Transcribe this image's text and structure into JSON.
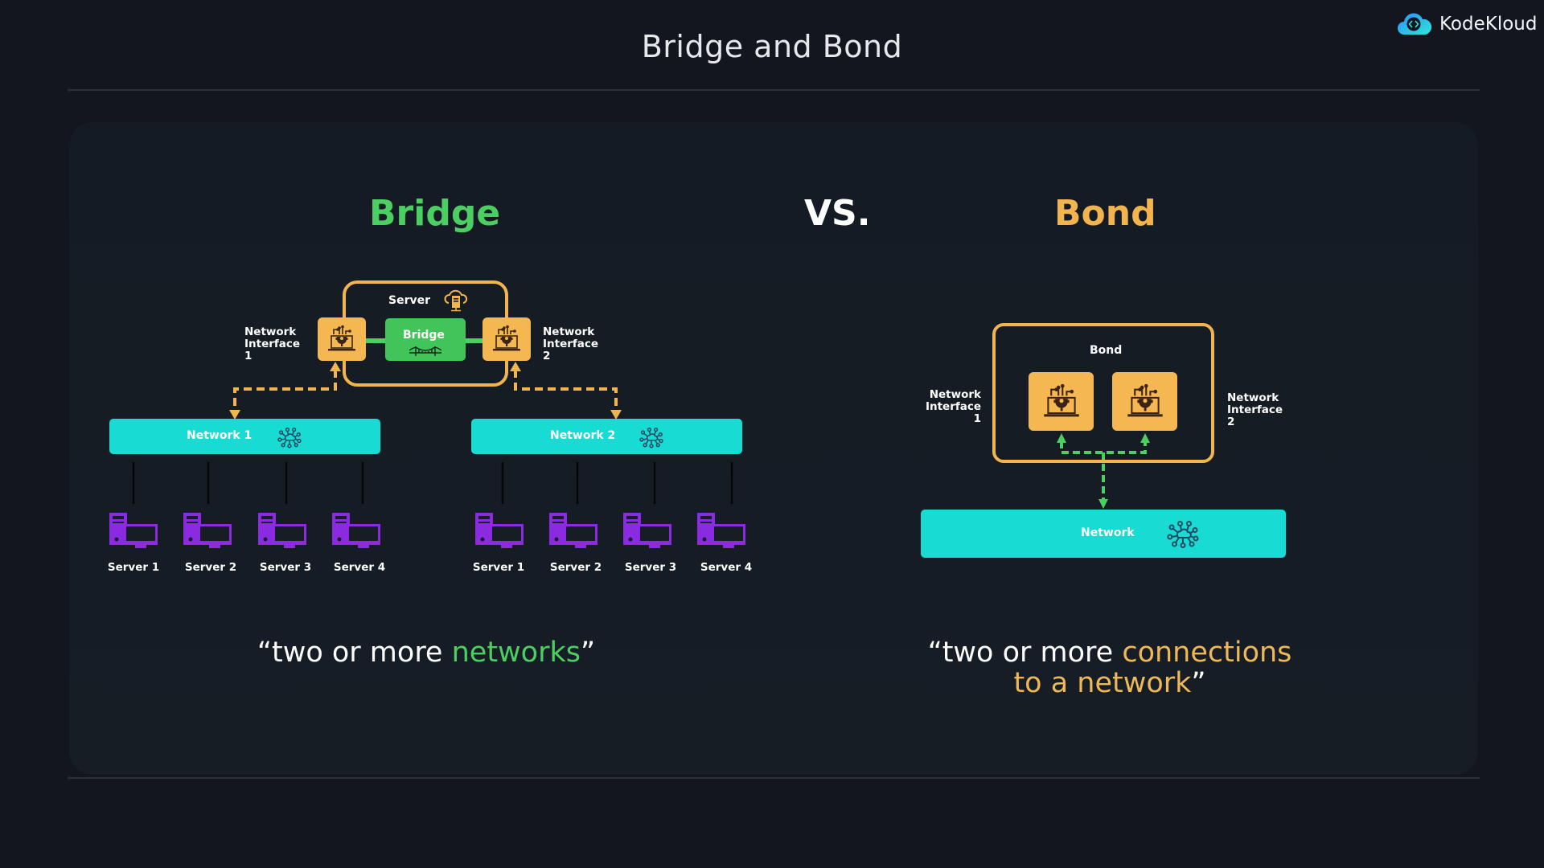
{
  "header": {
    "title": "Bridge and Bond",
    "brand": "KodeKloud"
  },
  "colors": {
    "bridge_green": "#4ccf62",
    "bond_orange": "#f2b44e",
    "network_cyan": "#18dcd3",
    "server_purple": "#8a2be2",
    "background": "#13161f"
  },
  "bridge": {
    "heading": "Bridge",
    "server_label": "Server",
    "bridge_label": "Bridge",
    "interface_1_label": "Network Interface 1",
    "interface_2_label": "Network Interface 2",
    "networks": [
      {
        "label": "Network 1",
        "servers": [
          "Server 1",
          "Server 2",
          "Server 3",
          "Server 4"
        ]
      },
      {
        "label": "Network 2",
        "servers": [
          "Server 1",
          "Server 2",
          "Server 3",
          "Server 4"
        ]
      }
    ],
    "quote_prefix": "“two or more ",
    "quote_highlight": "networks",
    "quote_suffix": "”"
  },
  "versus": "VS.",
  "bond": {
    "heading": "Bond",
    "bond_label": "Bond",
    "interface_1_label": "Network Interface 1",
    "interface_2_label": "Network Interface 2",
    "network_label": "Network",
    "quote_prefix": "“two or more ",
    "quote_highlight_line1": "connections",
    "quote_highlight_line2": "to a network",
    "quote_suffix": "”"
  },
  "icons": {
    "logo": "kodekloud-cloud-logo",
    "server_cloud": "cloud-server-icon",
    "bridge": "bridge-icon",
    "interface": "laptop-gear-icon",
    "network": "network-hub-icon",
    "computer": "desktop-computer-icon"
  }
}
